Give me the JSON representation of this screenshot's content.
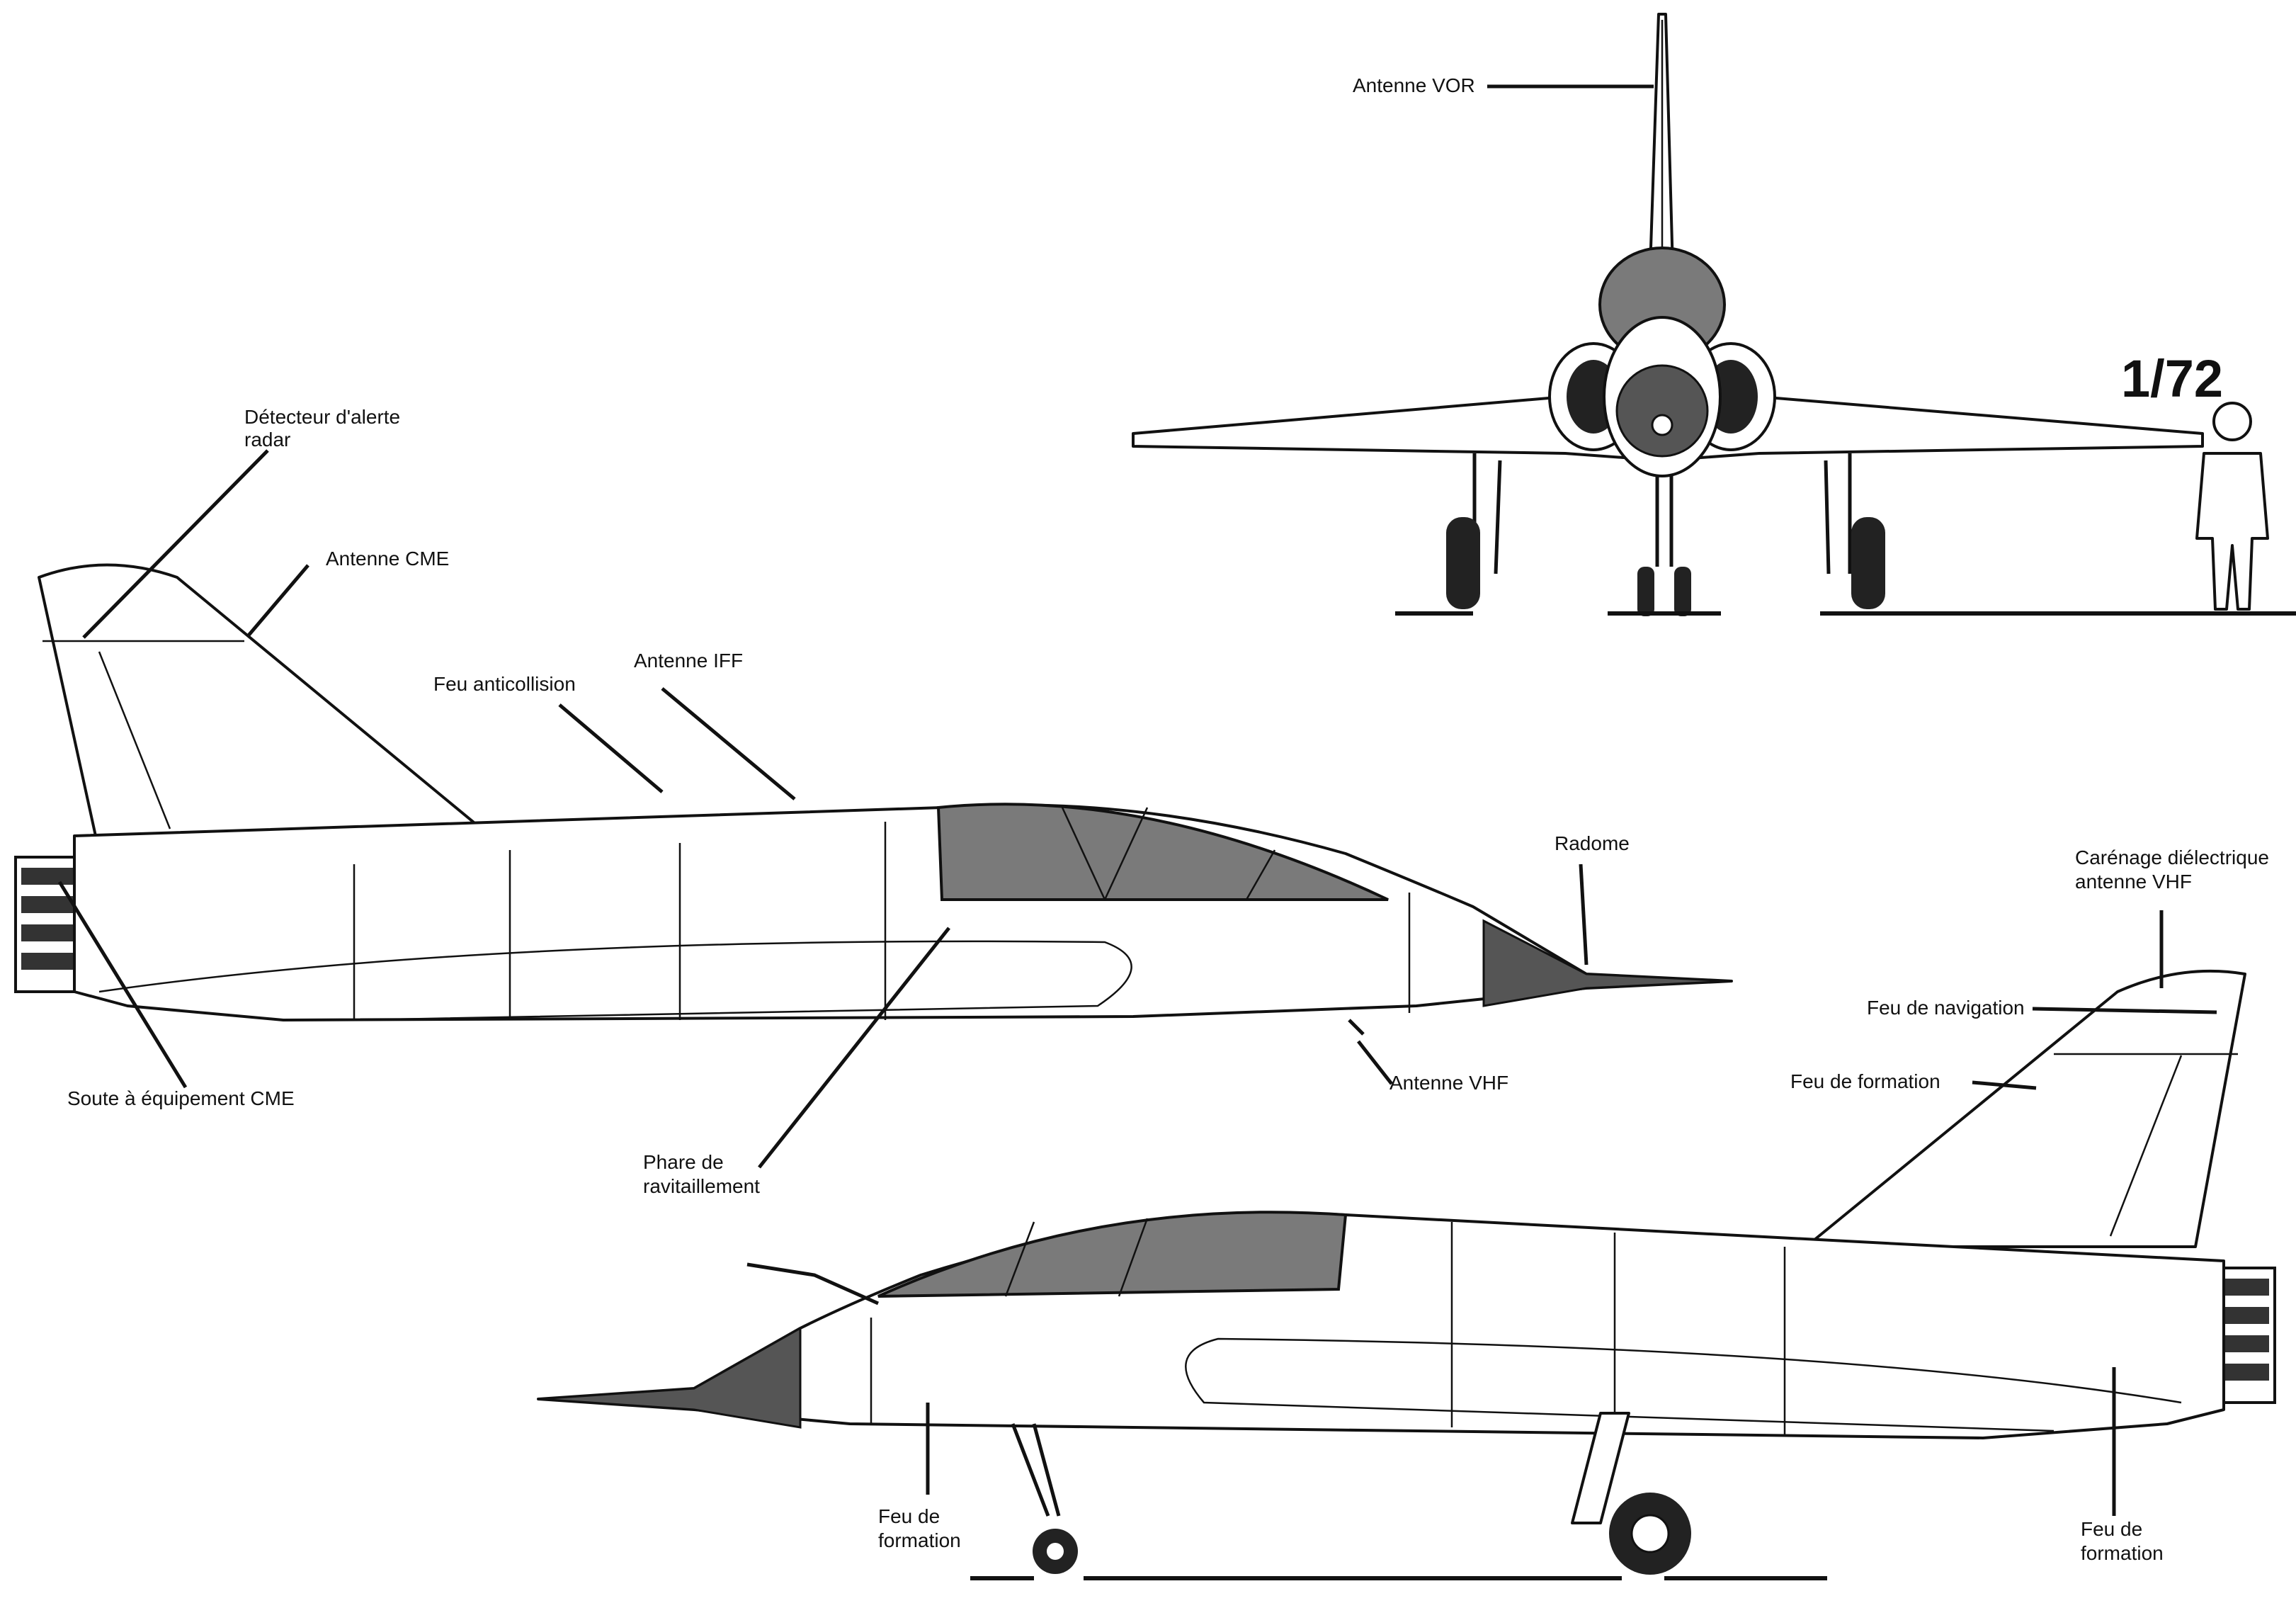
{
  "scale_label": "1/72",
  "labels": {
    "antenne_vor": "Antenne VOR",
    "detecteur_line1": "Détecteur d'alerte",
    "detecteur_line2": "radar",
    "antenne_cme": "Antenne CME",
    "feu_anticollision": "Feu anticollision",
    "antenne_iff": "Antenne IFF",
    "radome": "Radome",
    "carenage_line1": "Carénage diélectrique",
    "carenage_line2": "antenne VHF",
    "feu_navigation": "Feu de navigation",
    "feu_formation_top": "Feu de formation",
    "antenne_vhf": "Antenne VHF",
    "soute": "Soute à équipement CME",
    "phare_line1": "Phare de",
    "phare_line2": "ravitaillement",
    "feu_formation_left_1": "Feu de",
    "feu_formation_left_2": "formation",
    "feu_formation_right_1": "Feu de",
    "feu_formation_right_2": "formation"
  }
}
